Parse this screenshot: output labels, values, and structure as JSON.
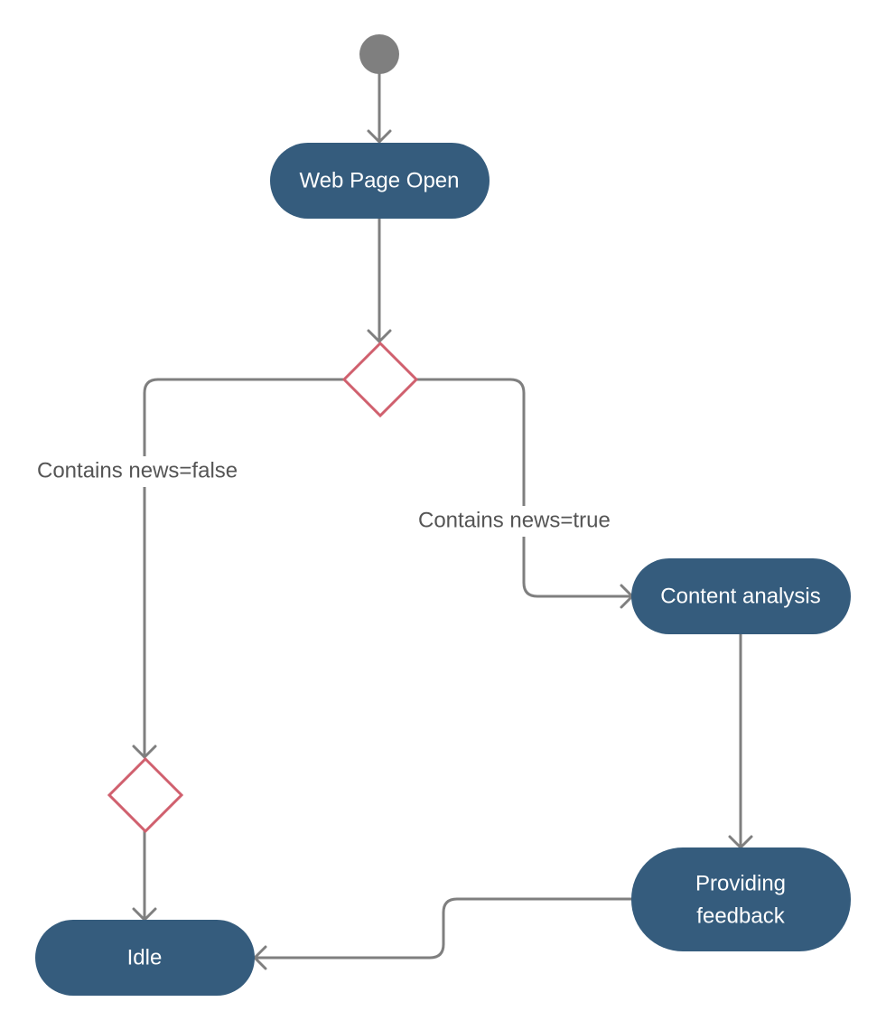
{
  "diagram": {
    "type": "activity",
    "colors": {
      "action_fill": "#355c7d",
      "decision_stroke": "#d0606e",
      "edge_stroke": "#7f7f7f",
      "start_fill": "#7f7f7f",
      "label_text": "#555555",
      "node_text": "#ffffff"
    },
    "nodes": {
      "start": {
        "kind": "initial"
      },
      "web_page_open": {
        "kind": "action",
        "label": "Web Page Open"
      },
      "decision_news": {
        "kind": "decision"
      },
      "content_analysis": {
        "kind": "action",
        "label": "Content analysis"
      },
      "providing_feedback": {
        "kind": "action",
        "label_lines": [
          "Providing",
          "feedback"
        ]
      },
      "merge": {
        "kind": "merge"
      },
      "idle": {
        "kind": "action",
        "label": "Idle"
      }
    },
    "edges": {
      "start_to_open": {
        "from": "start",
        "to": "web_page_open",
        "label": ""
      },
      "open_to_decision": {
        "from": "web_page_open",
        "to": "decision_news",
        "label": ""
      },
      "decision_to_merge": {
        "from": "decision_news",
        "to": "merge",
        "label": "Contains news=false"
      },
      "decision_to_analysis": {
        "from": "decision_news",
        "to": "content_analysis",
        "label": "Contains news=true"
      },
      "analysis_to_feedback": {
        "from": "content_analysis",
        "to": "providing_feedback",
        "label": ""
      },
      "feedback_to_idle": {
        "from": "providing_feedback",
        "to": "idle",
        "label": ""
      },
      "merge_to_idle": {
        "from": "merge",
        "to": "idle",
        "label": ""
      }
    }
  }
}
